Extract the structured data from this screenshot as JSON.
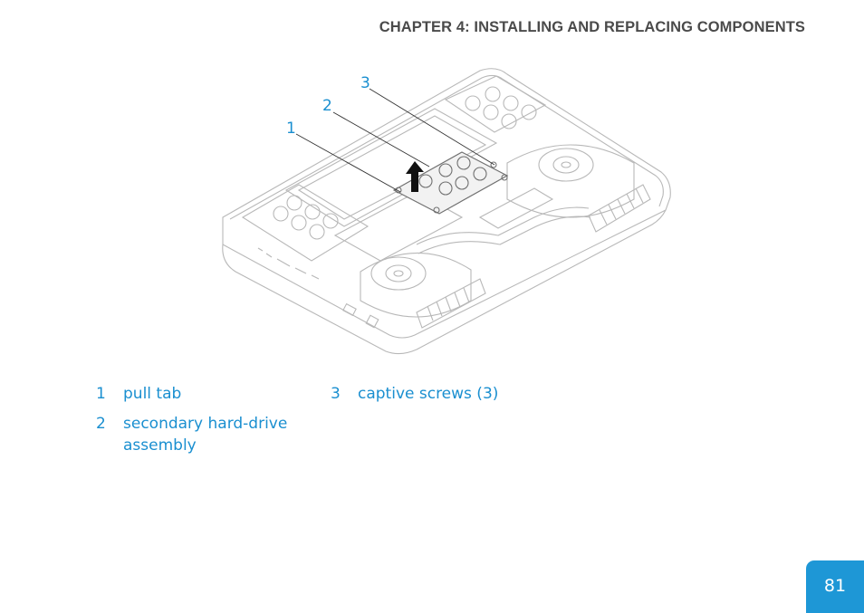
{
  "header": {
    "chapter_title": "CHAPTER 4: INSTALLING AND REPLACING COMPONENTS"
  },
  "figure": {
    "callouts": [
      "1",
      "2",
      "3"
    ],
    "accent_color": "#1a8fd0"
  },
  "legend": {
    "items": [
      {
        "number": "1",
        "text": "pull tab"
      },
      {
        "number": "2",
        "text": "secondary hard-drive\nassembly"
      },
      {
        "number": "3",
        "text": "captive screws (3)"
      }
    ]
  },
  "footer": {
    "page_number": "81",
    "tab_color": "#1e97d6"
  }
}
